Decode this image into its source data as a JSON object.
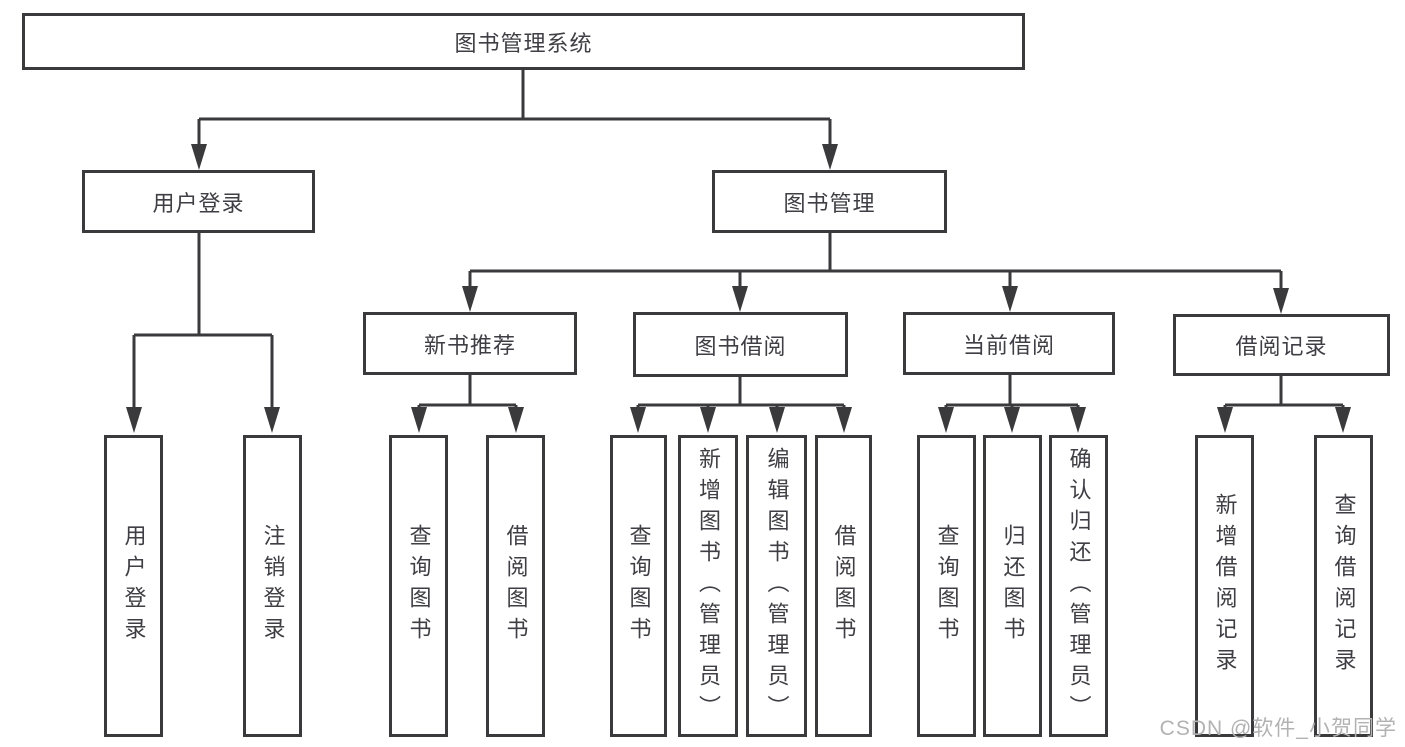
{
  "diagram": {
    "root": "图书管理系统",
    "children": [
      {
        "label": "用户登录",
        "children": [
          "用户登录",
          "注销登录"
        ]
      },
      {
        "label": "图书管理",
        "children": [
          {
            "label": "新书推荐",
            "children": [
              "查询图书",
              "借阅图书"
            ]
          },
          {
            "label": "图书借阅",
            "children": [
              "查询图书",
              "新增图书（管理员）",
              "编辑图书（管理员）",
              "借阅图书"
            ]
          },
          {
            "label": "当前借阅",
            "children": [
              "查询图书",
              "归还图书",
              "确认归还（管理员）"
            ]
          },
          {
            "label": "借阅记录",
            "children": [
              "新增借阅记录",
              "查询借阅记录"
            ]
          }
        ]
      }
    ],
    "line_color": "#3a3a3c",
    "text_color": "#3e3e44"
  },
  "watermark": {
    "text": "CSDN @软件_小贺同学",
    "color": "#b2b2b2"
  }
}
